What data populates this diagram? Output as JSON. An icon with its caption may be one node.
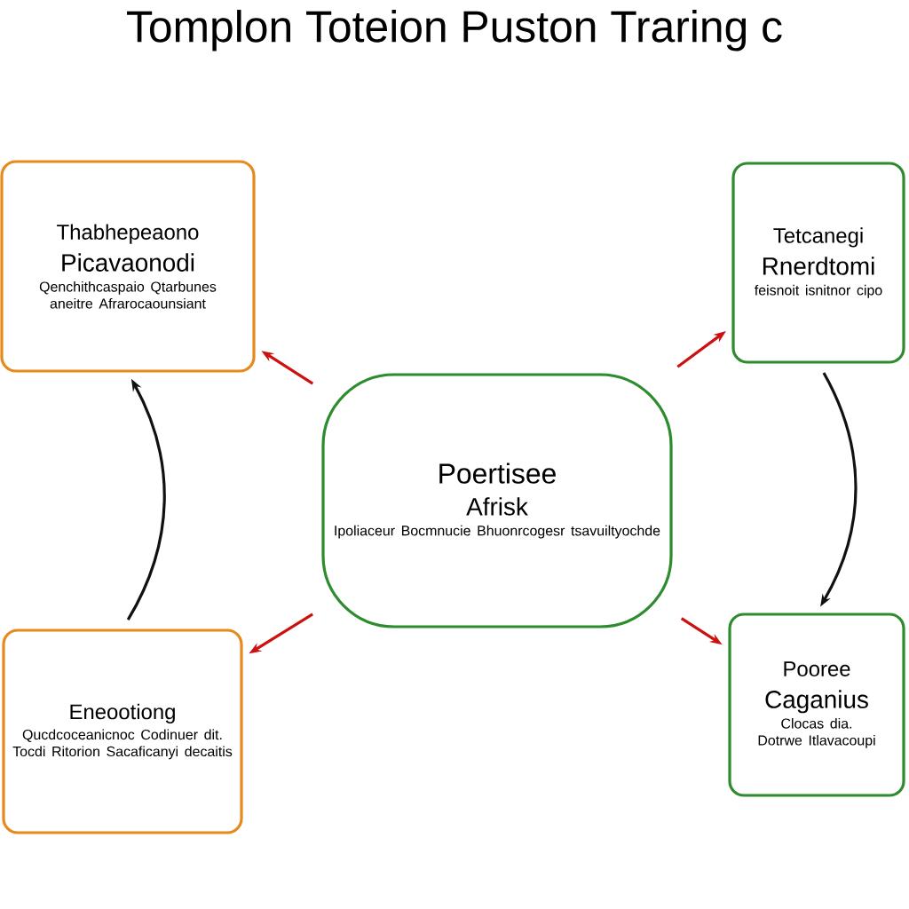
{
  "diagram": {
    "title": "Tomplon Toteion Puston Traring c",
    "nodes": [
      {
        "text": [
          "Thabhepeaono",
          "Picavaonodi",
          "Qenchithcaspaio Qtarbunes aneitre Afrarocaounsiant"
        ]
      },
      {
        "text": [
          "Tetcanegi",
          "Rnerdtomi",
          "feisnoit isnitnor cipo"
        ]
      },
      {
        "text": [
          "Poertisee",
          "Afrisk",
          "Ipoliaceur Bocmnucie Bhuonrcogesr tsavuiltyochde"
        ]
      },
      {
        "text": [
          "Eneootiong",
          "Qucdcoceanicnoc Codinuer dit. Tocdi Ritorion Sacaficanyi decaitis"
        ]
      },
      {
        "text": [
          "Pooree",
          "Caganius",
          "Clocas dia. Dotrwe Itlavacoupi"
        ]
      }
    ],
    "edges": [
      {
        "from": 2,
        "to": 0,
        "arrow": "to",
        "color": "#cc1111"
      },
      {
        "from": 2,
        "to": 1,
        "arrow": "to",
        "color": "#cc1111"
      },
      {
        "from": 2,
        "to": 3,
        "arrow": "to",
        "color": "#cc1111"
      },
      {
        "from": 2,
        "to": 4,
        "arrow": "to",
        "color": "#cc1111"
      },
      {
        "from": 3,
        "to": 0,
        "arrow": "to",
        "color": "#111111"
      },
      {
        "from": 1,
        "to": 4,
        "arrow": "to",
        "color": "#111111"
      }
    ]
  }
}
